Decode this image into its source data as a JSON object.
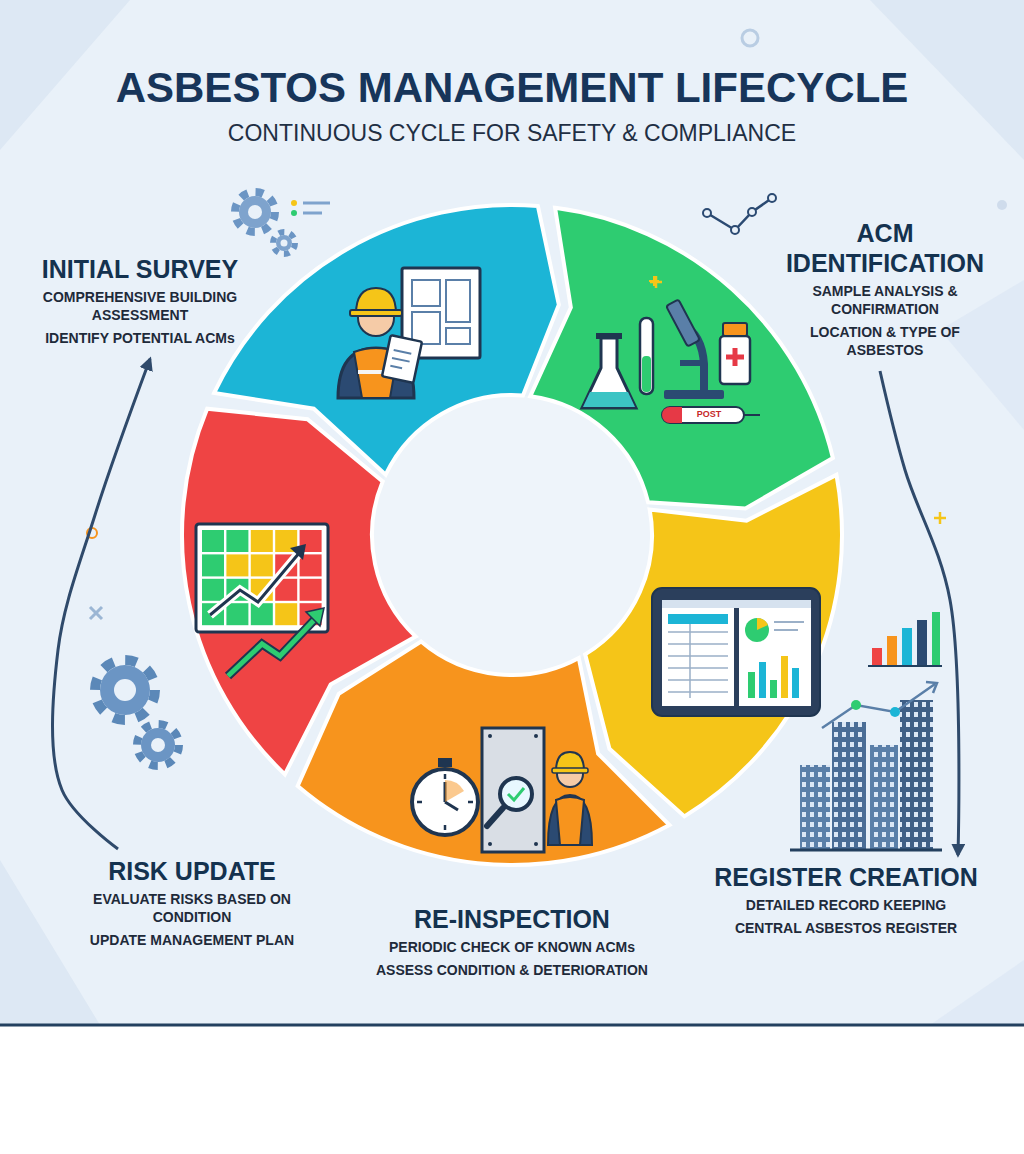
{
  "diagram": {
    "title": "ASBESTOS MANAGEMENT LIFECYCLE",
    "nodes": [
      {
        "text": [
          "INITIAL SURVEY",
          "COMPREHENSIVE BUILDING ASSESSMENT",
          "IDENTIFY POTENTIAL ACMs"
        ]
      },
      {
        "text": [
          "ACM IDENTIFICATION",
          "SAMPLE ANALYSIS & CONFIRMATION",
          "LOCATION & TYPE OF ASBESTOS"
        ]
      },
      {
        "text": [
          "REGISTER CREATION",
          "DETAILED RECORD KEEPING",
          "CENTRAL ASBESTOS REGISTER"
        ]
      },
      {
        "text": [
          "RE-INSPECTION",
          "PERIODIC CHECK OF KNOWN ACMs",
          "ASSESS CONDITION & DETERIORATION"
        ]
      },
      {
        "text": [
          "RISK UPDATE",
          "EVALUATE RISKS BASED ON CONDITION",
          "UPDATE MANAGEMENT PLAN"
        ]
      }
    ],
    "edges": [
      {
        "from": 1,
        "to": 2,
        "arrow": "to"
      },
      {
        "from": 4,
        "to": 0,
        "arrow": "to"
      }
    ],
    "labels": [
      "CONTINUOUS CYCLE FOR SAFETY & COMPLIANCE",
      "POST"
    ]
  }
}
